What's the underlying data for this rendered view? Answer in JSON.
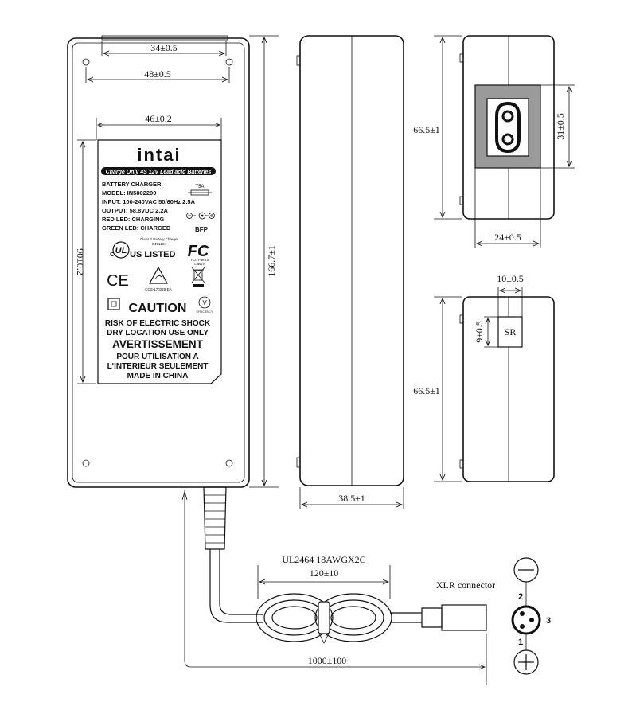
{
  "dimensions": {
    "hole_spacing_top": "34±0.5",
    "hole_spacing_wide": "48±0.5",
    "label_width": "46±0.2",
    "label_height": "90±0.2",
    "body_length": "166.7±1",
    "body_thickness": "38.5±1",
    "inlet_side_length": "66.5±1",
    "inlet_height": "31±0.5",
    "inlet_width": "24±0.5",
    "sr_width": "10±0.5",
    "sr_height": "9±0.5",
    "sr_side_length": "66.5±1",
    "cable_loop_width": "120±10",
    "cable_total_length": "1000±100"
  },
  "label": {
    "brand": "intai",
    "banner": "Charge Only 4S 12V Lead acid Batteries",
    "lines": [
      "BATTERY CHARGER",
      "MODEL: IN5802200",
      "INPUT: 100-240VAC 50/60Hz  2.5A",
      "OUTPUT: 58.8VDC 2.2A",
      "RED LED: CHARGING",
      "GREEN LED: CHARGED"
    ],
    "fuse": "T5A",
    "bfp": "BFP",
    "ul_note_1": "Class 2 Battery Charger",
    "ul_note_2": "E491234",
    "ul_text": "US LISTED",
    "ul_c": "c",
    "ul_mark": "UL",
    "fc_mark": "FC",
    "fcc_note_1": "FCC Part 15",
    "fcc_note_2": "Class B",
    "ce_mark": "CE",
    "rcm_code": "CCS-170225-EA",
    "efficiency_mark": "V",
    "efficiency_text": "EFFICIENCY",
    "caution_title": "CAUTION",
    "caution_lines": [
      "RISK OF ELECTRIC SHOCK",
      "DRY LOCATION USE ONLY"
    ],
    "avertissement_title": "AVERTISSEMENT",
    "avertissement_lines": [
      "POUR UTILISATION A",
      "L'INTERIEUR SEULEMENT",
      "MADE IN CHINA"
    ]
  },
  "sr_label": "SR",
  "cable": {
    "spec": "UL2464 18AWGX2C"
  },
  "connector": {
    "title": "XLR connector",
    "pins": [
      "1",
      "2",
      "3"
    ],
    "minus": "−",
    "plus": "+"
  }
}
